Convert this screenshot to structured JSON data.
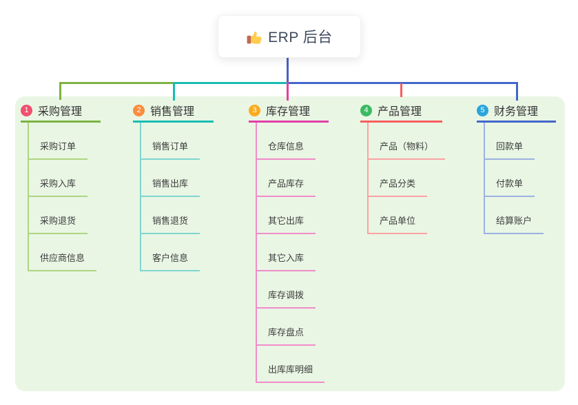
{
  "root": {
    "icon": "thumbs-up",
    "label": "ERP 后台"
  },
  "connector_color": "#4a5fc9",
  "panel_bg": "#e9f6e4",
  "branches": [
    {
      "number": "1",
      "label": "采购管理",
      "badge_color": "#f0506e",
      "line_color": "#7cb342",
      "subline_color": "#aed581",
      "items": [
        "采购订单",
        "采购入库",
        "采购退货",
        "供应商信息"
      ]
    },
    {
      "number": "2",
      "label": "销售管理",
      "badge_color": "#fb8c3e",
      "line_color": "#17bdb2",
      "subline_color": "#7fd6cf",
      "items": [
        "销售订单",
        "销售出库",
        "销售退货",
        "客户信息"
      ]
    },
    {
      "number": "3",
      "label": "库存管理",
      "badge_color": "#fbab1f",
      "line_color": "#e13ea6",
      "subline_color": "#f08cc9",
      "items": [
        "仓库信息",
        "产品库存",
        "其它出库",
        "其它入库",
        "库存调拨",
        "库存盘点",
        "出库库明细"
      ]
    },
    {
      "number": "4",
      "label": "产品管理",
      "badge_color": "#3cba63",
      "line_color": "#f85e5e",
      "subline_color": "#fba3a3",
      "items": [
        "产品（物料）",
        "产品分类",
        "产品单位"
      ]
    },
    {
      "number": "5",
      "label": "财务管理",
      "badge_color": "#2aa5dc",
      "line_color": "#4466cb",
      "subline_color": "#9cb1e2",
      "items": [
        "回款单",
        "付款单",
        "结算账户"
      ]
    }
  ]
}
